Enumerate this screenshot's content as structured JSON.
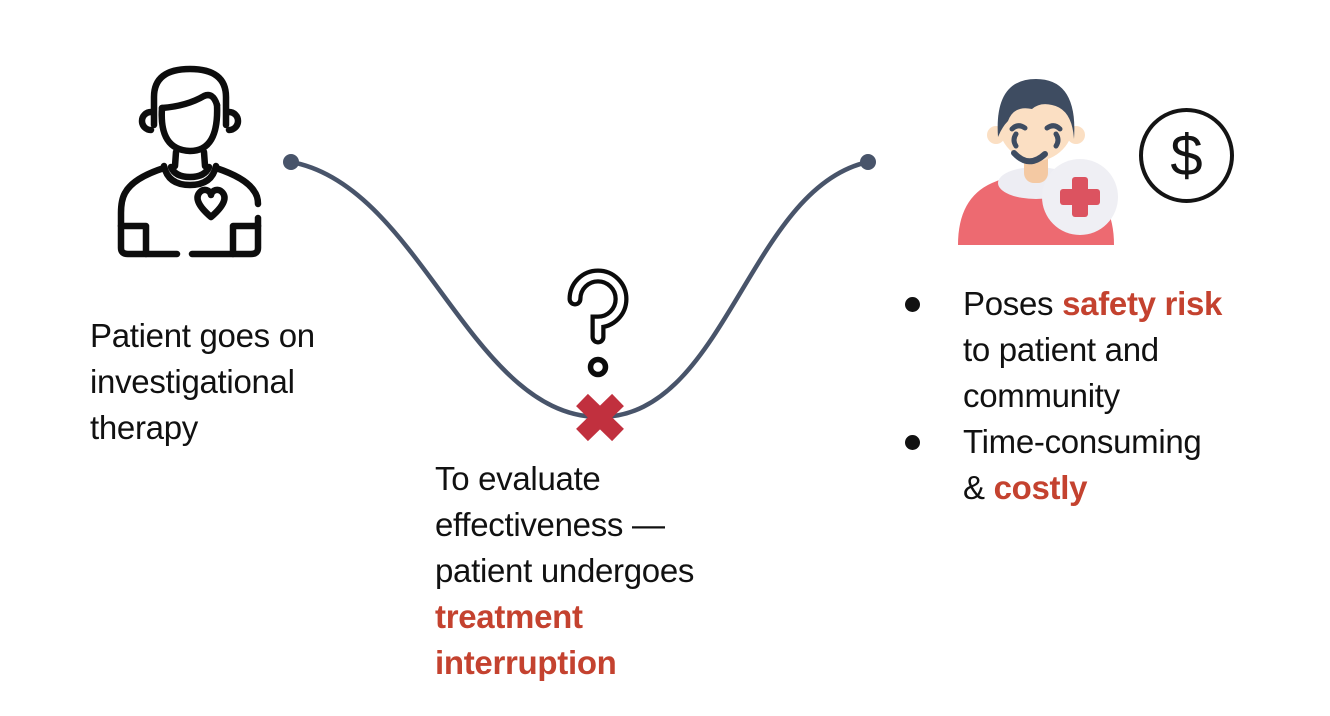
{
  "colors": {
    "background": "#ffffff",
    "text": "#111111",
    "red_highlight_text": "#c4422f",
    "x_mark_red": "#c1303e",
    "curve": "#48546a",
    "sad_icon_hair": "#3e4c61",
    "sad_icon_skin": "#fbdfc3",
    "sad_icon_shirt": "#ed6a71",
    "sad_icon_badge": "#efeff4",
    "sad_icon_cross": "#dc5360"
  },
  "icons": {
    "left_icon": "patient-with-heart-outline-icon",
    "middle_icon": "question-mark-icon",
    "x_icon": "red-x-mark-icon",
    "right_icon": "sad-patient-medical-badge-icon",
    "coin_icon": "dollar-coin-icon",
    "dollar_symbol": "$"
  },
  "left_caption": {
    "lines": [
      "Patient goes on",
      "investigational",
      "therapy"
    ]
  },
  "middle_caption": {
    "black_lines": [
      "To evaluate",
      "effectiveness —",
      "patient undergoes"
    ],
    "red_lines": [
      "treatment",
      "interruption"
    ]
  },
  "right_list": {
    "items": [
      {
        "line1_prefix": "Poses ",
        "line1_highlight": "safety risk",
        "line2": "to patient and",
        "line3": "community"
      },
      {
        "line1": "Time-consuming",
        "line2_prefix": "& ",
        "line2_highlight": "costly"
      }
    ]
  }
}
